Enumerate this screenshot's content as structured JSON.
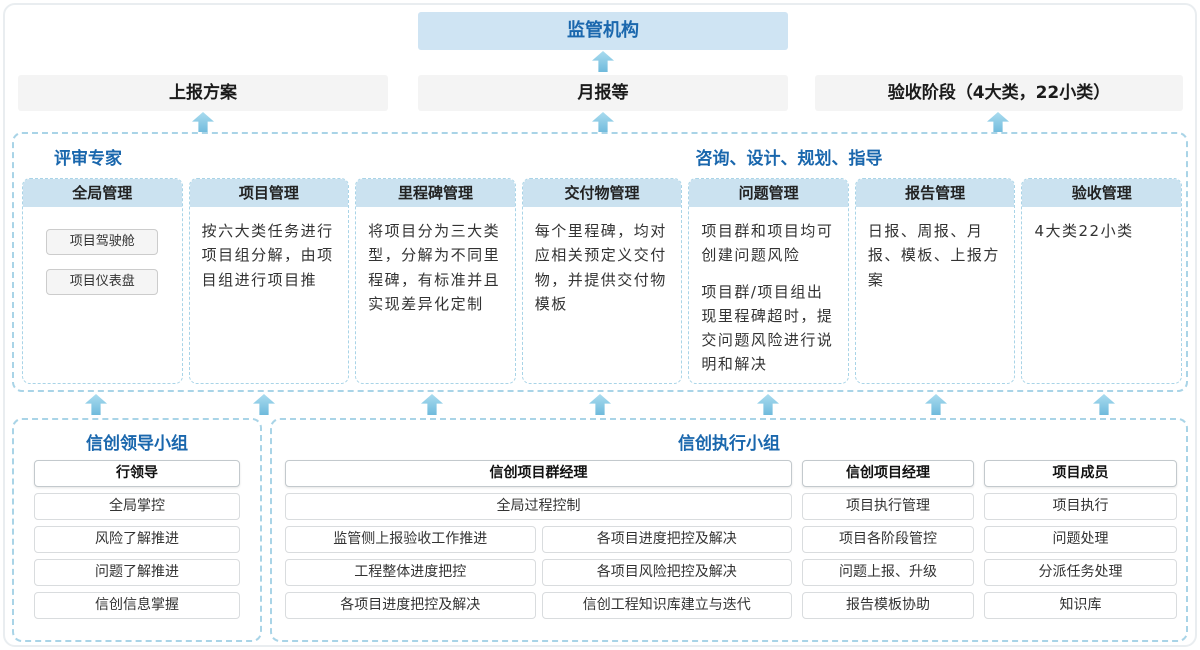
{
  "colors": {
    "accent": "#1a67ad",
    "panel_header_bg": "#cbe2f0",
    "regulator_bg": "#cfe4f3",
    "banner_bg": "#f4f4f4",
    "dashed": "#a9d4e7",
    "arrow": "#7cc0dd"
  },
  "top": {
    "regulator_label": "监管机构",
    "report_plan": "上报方案",
    "monthly_report": "月报等",
    "acceptance_phase": "验收阶段（4大类，22小类）"
  },
  "middle": {
    "left_header": "评审专家",
    "right_header": "咨询、设计、规划、指导",
    "columns": [
      {
        "title": "全局管理",
        "items": [
          "项目驾驶舱",
          "项目仪表盘"
        ]
      },
      {
        "title": "项目管理",
        "text": "按六大类任务进行项目组分解，由项目组进行项目推"
      },
      {
        "title": "里程碑管理",
        "text": "将项目分为三大类型，分解为不同里程碑，有标准并且实现差异化定制"
      },
      {
        "title": "交付物管理",
        "text": "每个里程碑，均对应相关预定义交付物，并提供交付物模板"
      },
      {
        "title": "问题管理",
        "text1": "项目群和项目均可创建问题风险",
        "text2": "项目群/项目组出现里程碑超时，提交问题风险进行说明和解决"
      },
      {
        "title": "报告管理",
        "text": "日报、周报、月报、模板、上报方案"
      },
      {
        "title": "验收管理",
        "text": "4大类22小类"
      }
    ]
  },
  "bottom": {
    "leadership": {
      "title": "信创领导小组",
      "role": "行领导",
      "items": [
        "全局掌控",
        "风险了解推进",
        "问题了解推进",
        "信创信息掌握"
      ]
    },
    "execution": {
      "title": "信创执行小组",
      "pgm": {
        "role": "信创项目群经理",
        "full_item": "全局过程控制",
        "left_items": [
          "监管侧上报验收工作推进",
          "工程整体进度把控",
          "各项目进度把控及解决"
        ],
        "right_items": [
          "各项目进度把控及解决",
          "各项目风险把控及解决",
          "信创工程知识库建立与迭代"
        ]
      },
      "pm": {
        "role": "信创项目经理",
        "items": [
          "项目执行管理",
          "项目各阶段管控",
          "问题上报、升级",
          "报告模板协助"
        ]
      },
      "member": {
        "role": "项目成员",
        "items": [
          "项目执行",
          "问题处理",
          "分派任务处理",
          "知识库"
        ]
      }
    }
  }
}
